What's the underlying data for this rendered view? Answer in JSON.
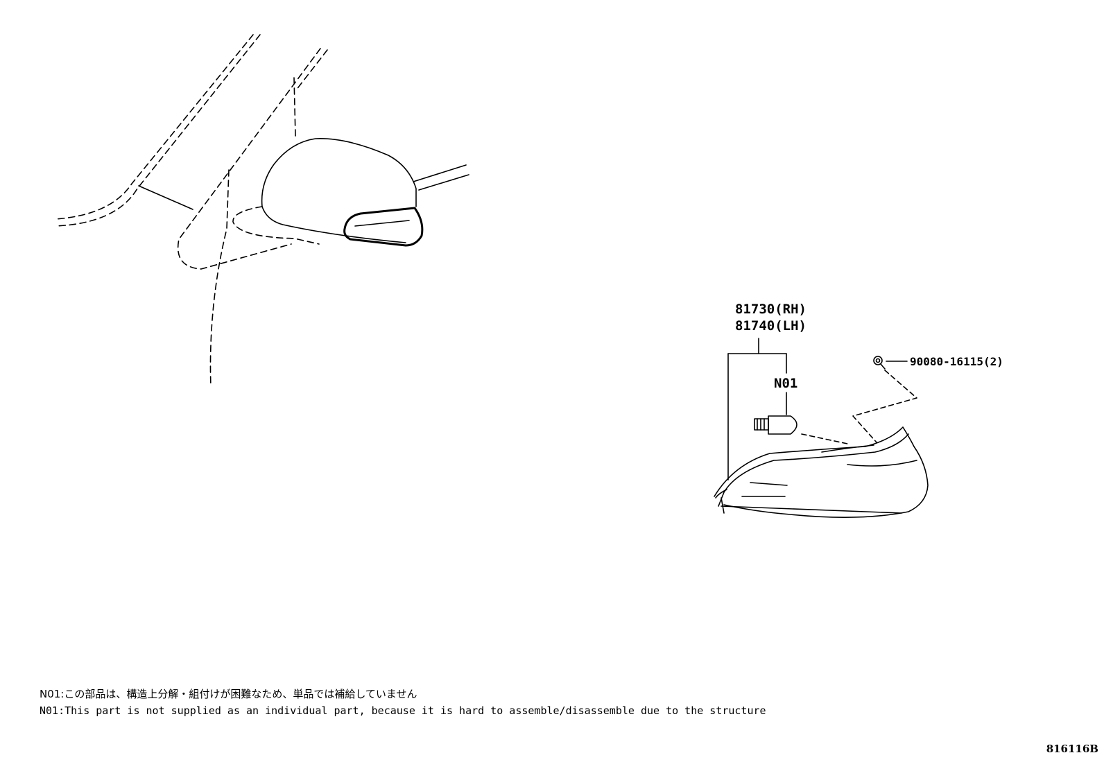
{
  "callouts": {
    "part_rh": "81730(RH)",
    "part_lh": "81740(LH)",
    "bulb_note_ref": "N01",
    "screw": "90080-16115(2)"
  },
  "notes": {
    "japanese": "N01:この部品は、構造上分解・組付けが困難なため、単品では補給していません",
    "english": "N01:This part is not supplied as an individual part, because it is hard to assemble/disassemble due to the structure"
  },
  "drawing_id": "816116B"
}
